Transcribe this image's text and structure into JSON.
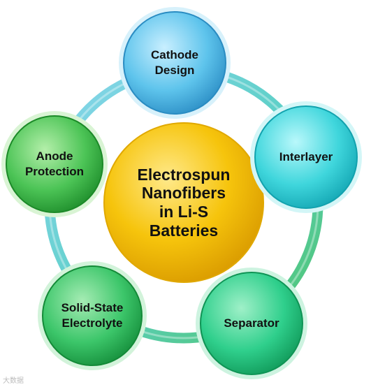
{
  "center": {
    "label": "Electrospun\nNanofibers\nin Li-S\nBatteries",
    "color": "#f6c40c"
  },
  "nodes": [
    {
      "id": "cathode",
      "label": "Cathode\nDesign",
      "color": "#5ec4ec"
    },
    {
      "id": "interlayer",
      "label": "Interlayer",
      "color": "#3fd6dc"
    },
    {
      "id": "separator",
      "label": "Separator",
      "color": "#2fcf8c"
    },
    {
      "id": "electrolyte",
      "label": "Solid-State\nElectrolyte",
      "color": "#3cc66a"
    },
    {
      "id": "anode",
      "label": "Anode\nProtection",
      "color": "#4cc456"
    }
  ],
  "watermark": "大数据"
}
